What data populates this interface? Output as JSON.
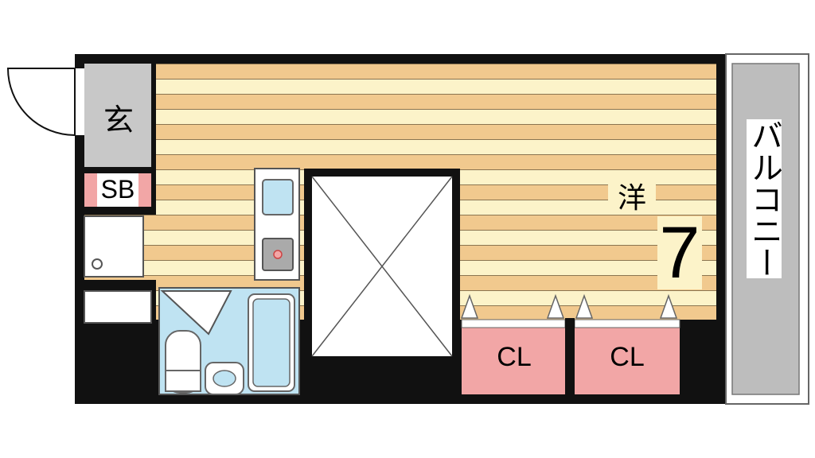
{
  "labels": {
    "genkan": "玄",
    "shoe_box": "SB",
    "western_room": "洋",
    "room_size": "7",
    "closet_1": "CL",
    "closet_2": "CL",
    "balcony": "バルコニー"
  },
  "colors": {
    "wall": "#111111",
    "floor_stripe_dark": "#f1c98e",
    "floor_stripe_light": "#fcf3c9",
    "genkan_floor": "#c8c8c8",
    "closet": "#f2a6a6",
    "bath": "#bfe3f2",
    "balcony": "#bdbdbd",
    "floor_stripe_line": "#8a7450"
  },
  "icons": [
    "door-swing-icon",
    "sink-icon",
    "stove-icon",
    "washer-icon",
    "toilet-icon",
    "washbasin-icon",
    "bathtub-icon",
    "pillar-icon"
  ]
}
